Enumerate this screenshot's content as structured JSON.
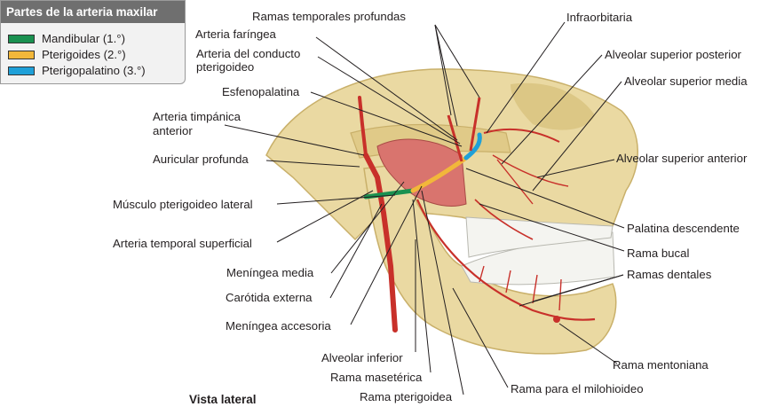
{
  "legend": {
    "title": "Partes de la arteria maxilar",
    "items": [
      {
        "label": "Mandibular (1.°)",
        "color": "#1a9150"
      },
      {
        "label": "Pterigoides (2.°)",
        "color": "#f2b73a"
      },
      {
        "label": "Pterigopalatino (3.°)",
        "color": "#1fa0d8"
      }
    ]
  },
  "labels": {
    "ramas_temporales_profundas": "Ramas temporales profundas",
    "infraorbitaria": "Infraorbitaria",
    "arteria_faringea": "Arteria faríngea",
    "arteria_conducto_1": "Arteria del conducto",
    "arteria_conducto_2": "pterigoideo",
    "alveolar_superior_posterior": "Alveolar superior posterior",
    "alveolar_superior_media": "Alveolar superior media",
    "esfenopalatina": "Esfenopalatina",
    "timpanica_1": "Arteria timpánica",
    "timpanica_2": "anterior",
    "auricular_profunda": "Auricular profunda",
    "alveolar_superior_anterior": "Alveolar superior anterior",
    "musculo_pterigoideo_lateral": "Músculo pterigoideo lateral",
    "palatina_descendente": "Palatina descendente",
    "arteria_temporal_superficial": "Arteria temporal superficial",
    "rama_bucal": "Rama bucal",
    "ramas_dentales": "Ramas dentales",
    "meningea_media": "Meníngea media",
    "carotida_externa": "Carótida externa",
    "meningea_accesoria": "Meníngea accesoria",
    "alveolar_inferior": "Alveolar inferior",
    "rama_mentoniana": "Rama mentoniana",
    "rama_maseterica": "Rama masetérica",
    "rama_milohioideo": "Rama para el milohioideo",
    "rama_pterigoidea": "Rama pterigoidea"
  },
  "view_label": "Vista lateral",
  "colors": {
    "bone": "#ead9a2",
    "bone_shadow": "#c9b06a",
    "artery": "#c8302a",
    "muscle": "#d9746e",
    "teeth": "#f4f4f0"
  }
}
